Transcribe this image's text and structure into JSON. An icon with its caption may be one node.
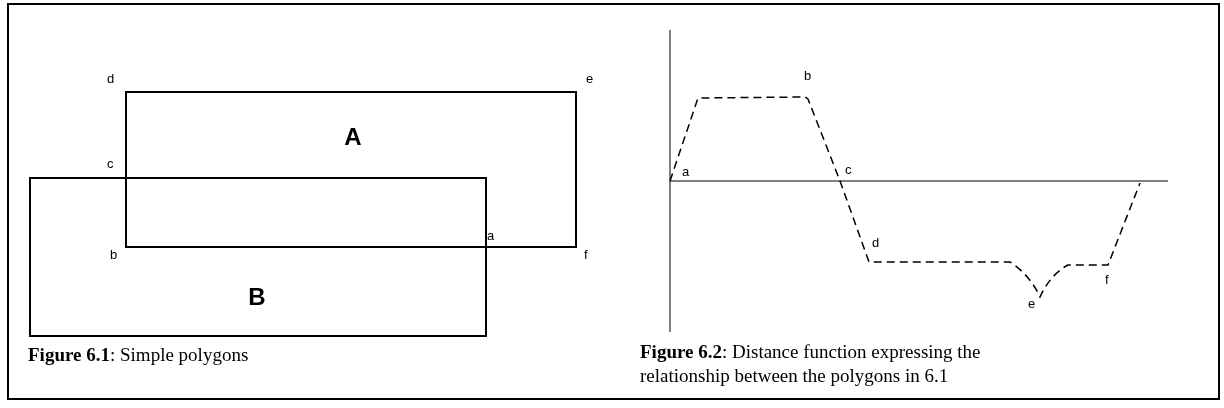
{
  "diagram": {
    "nodes": [
      {
        "text": [
          "A"
        ]
      },
      {
        "text": [
          "B"
        ]
      }
    ],
    "edges": [],
    "labels": [
      "d",
      "e",
      "c",
      "b",
      "a",
      "f",
      "**Figure 6.1**: Simple polygons",
      "b",
      "a",
      "c",
      "d",
      "f",
      "e",
      "**Figure 6.2**: Distance function expressing the relationship between the polygons in 6.1"
    ]
  }
}
